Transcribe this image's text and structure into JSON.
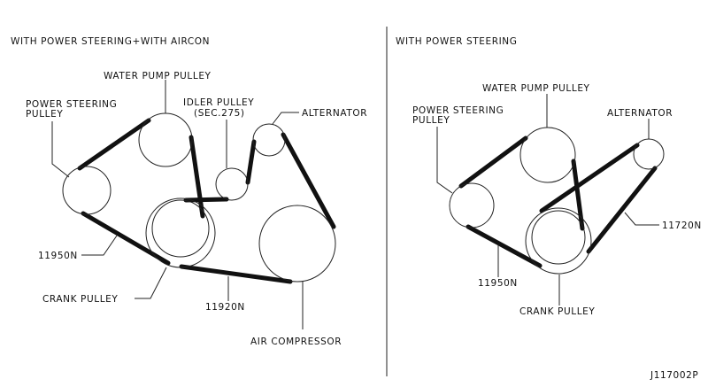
{
  "left": {
    "title": "WITH POWER STEERING+WITH AIRCON",
    "water_pump": "WATER PUMP PULLEY",
    "ps_line1": "POWER STEERING",
    "ps_line2": "PULLEY",
    "idler_line1": "IDLER PULLEY",
    "idler_line2": "(SEC.275)",
    "alternator": "ALTERNATOR",
    "belt_ps": "11950N",
    "crank": "CRANK PULLEY",
    "belt_ac": "11920N",
    "air_compressor": "AIR COMPRESSOR"
  },
  "right": {
    "title": "WITH POWER STEERING",
    "water_pump": "WATER PUMP PULLEY",
    "ps_line1": "POWER STEERING",
    "ps_line2": "PULLEY",
    "alternator": "ALTERNATOR",
    "belt_alt": "11720N",
    "belt_ps": "11950N",
    "crank": "CRANK PULLEY"
  },
  "figure_id": "J117002P"
}
